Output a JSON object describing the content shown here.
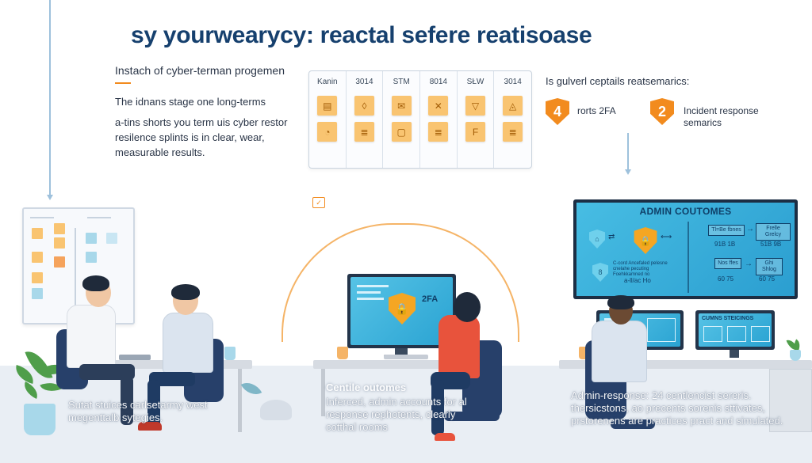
{
  "title": "sy yourwearycy: reactal sefere reatisoase",
  "intro": {
    "heading": "Instach of cyber-terman progemen",
    "p1": "The idnans stage one long-terms",
    "p2": "a-tins shorts you term uis cyber restor resilence splints is in clear, wear, measurable results."
  },
  "kanban": {
    "columns": [
      {
        "label": "Kanin",
        "icons": [
          "▤",
          "◔"
        ]
      },
      {
        "label": "3014",
        "icons": [
          "◊",
          "≣"
        ]
      },
      {
        "label": "STM",
        "icons": [
          "✉",
          "▢"
        ]
      },
      {
        "label": "8014",
        "icons": [
          "✕",
          "≣"
        ]
      },
      {
        "label": "SŁW",
        "icons": [
          "▽",
          "F"
        ]
      },
      {
        "label": "3014",
        "icons": [
          "◬",
          "≣"
        ]
      }
    ]
  },
  "mfa": {
    "intro": "Is gulverl ceptails reatsemarics:",
    "badge1_value": "4",
    "badge1_label": "rorts 2FA",
    "badge2_value": "2",
    "badge2_label": "Incident response semarics"
  },
  "center_monitor_label": "2FA",
  "admin_board": {
    "title": "ADMIN COUTOMES",
    "box1": "Tl=Be fbnes",
    "box1_label": "91B 1B",
    "box2": "Frelle Grelcy",
    "box2_label": "51B 9B",
    "box3": "Nos ffes",
    "box3_label": "60 75",
    "box4": "Ghi Shlog",
    "box4_label": "60 75",
    "small_text": "C-cord Ancefaled pelesne cnelahe pecuting Foehkkamned no",
    "small_label": "a-ll/ac Ho"
  },
  "small_monitor_label": "CUMNS STEICINGS",
  "overlay_left": "Sutat stuices carlsetarmy west megenttalb sytegies.",
  "overlay_center_heading": "Centile outomes",
  "overlay_center": "Inferced, admin accounts for al response rephotents, clearly cotthal rooms",
  "overlay_right": "Admin-response: 24 centlencist sereris. thersicstons, ao precents sorenis sttivates, prstorenens are practices pract and simulated.",
  "colors": {
    "title": "#16406e",
    "accent": "#f28b1e",
    "screen": "#2aa3d2",
    "chair": "#27406a"
  }
}
